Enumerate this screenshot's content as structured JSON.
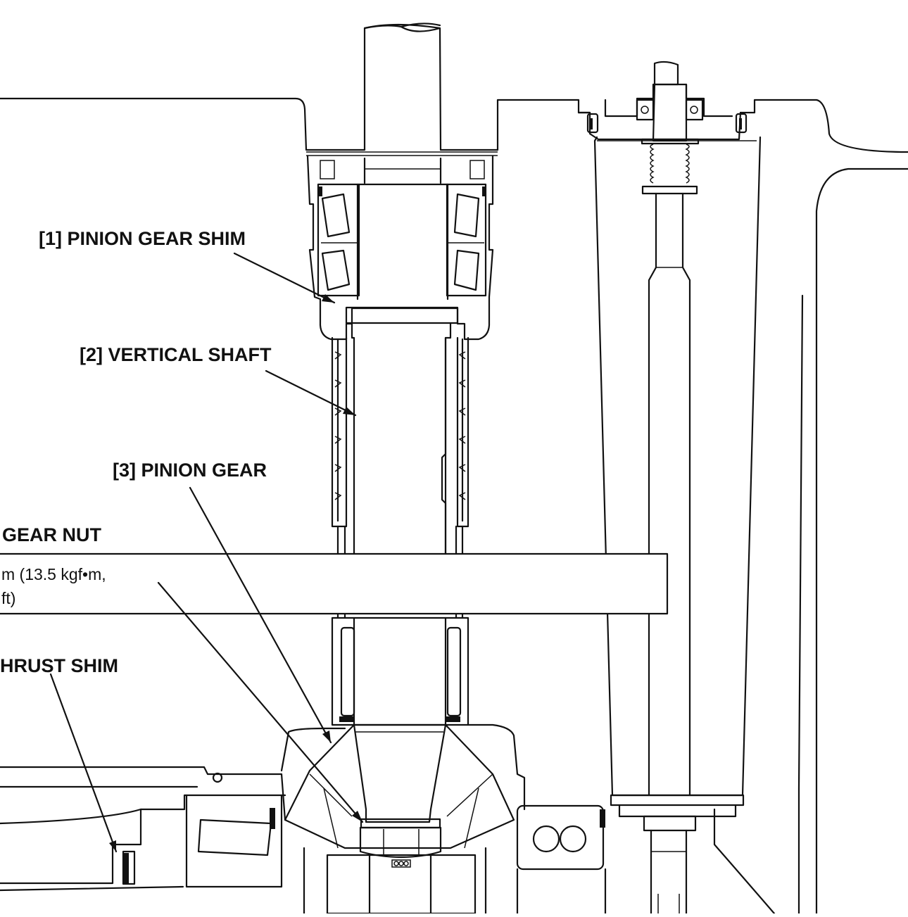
{
  "callouts": {
    "pinion_gear_shim": "[1] PINION GEAR SHIM",
    "vertical_shaft": "[2] VERTICAL SHAFT",
    "pinion_gear": "[3] PINION GEAR",
    "gear_nut": "GEAR NUT",
    "thrust_shim": "HRUST SHIM"
  },
  "torque_spec": {
    "line1": "m (13.5 kgf•m,",
    "line2": "ft)"
  }
}
